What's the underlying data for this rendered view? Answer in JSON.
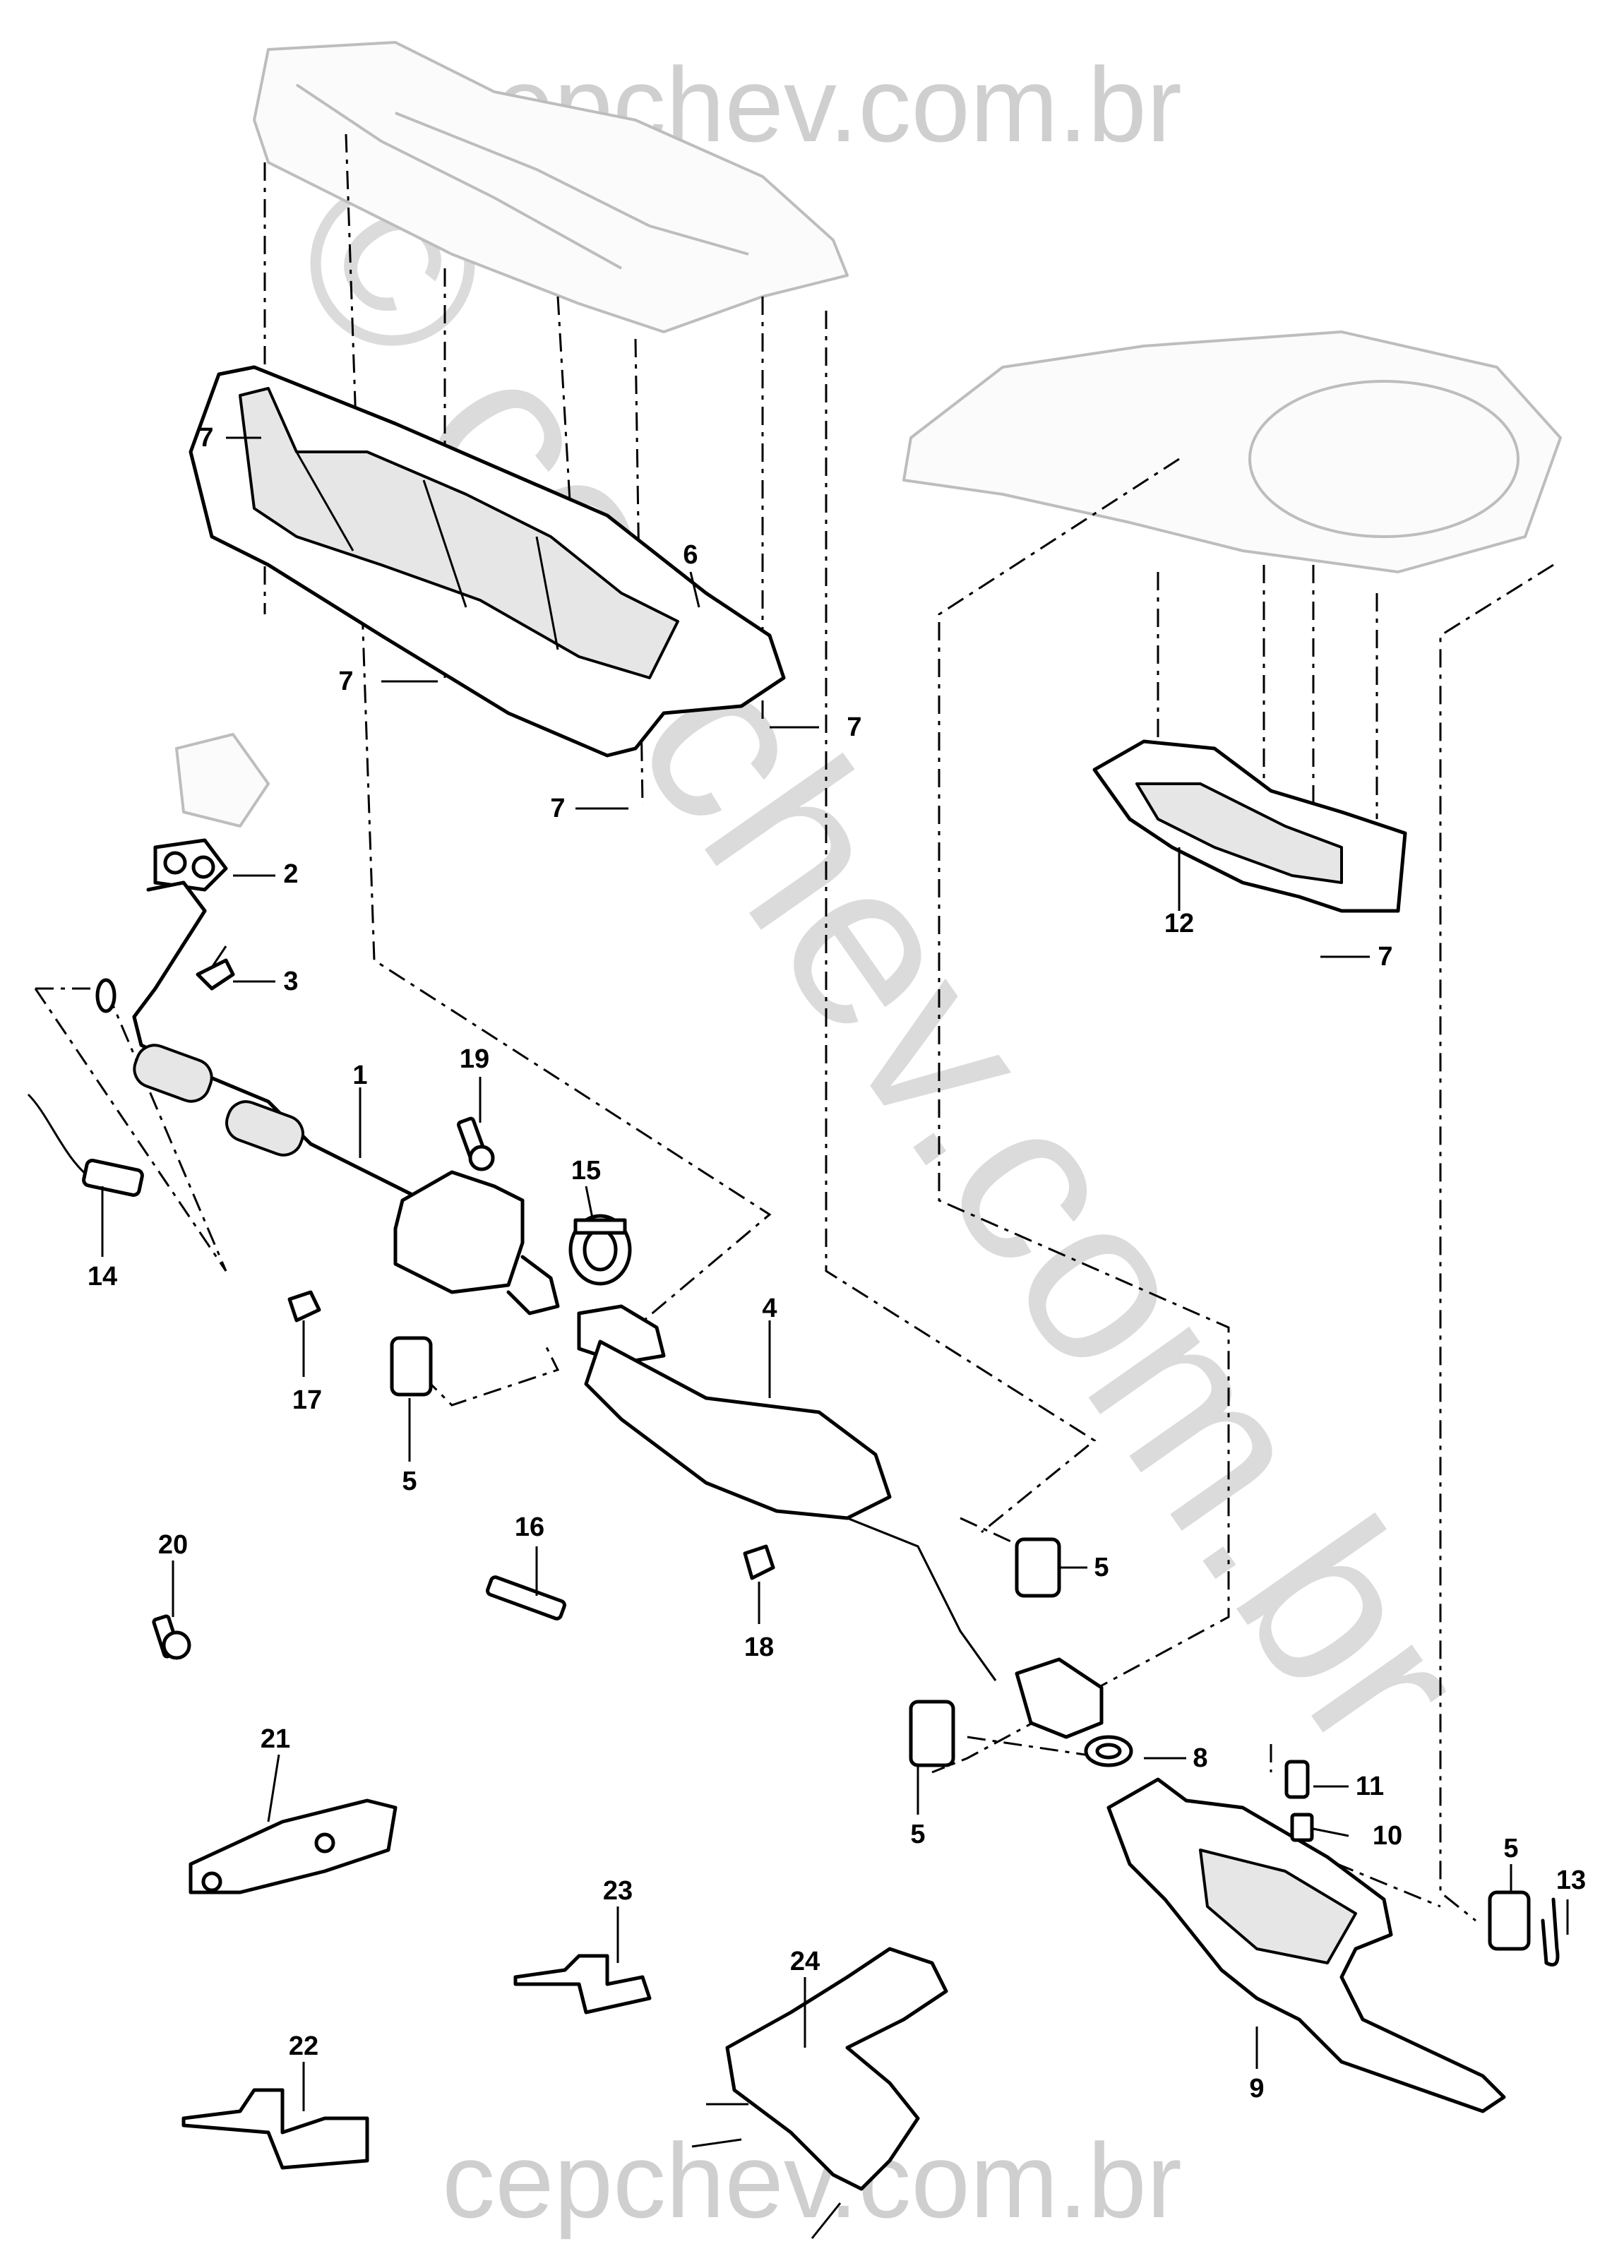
{
  "watermark": {
    "top": "cepchev.com.br",
    "bottom": "cepchev.com.br",
    "diagonal": "© cepchev.com.br"
  },
  "callouts": [
    {
      "id": "c1",
      "text": "1"
    },
    {
      "id": "c2",
      "text": "2"
    },
    {
      "id": "c3",
      "text": "3"
    },
    {
      "id": "c4",
      "text": "4"
    },
    {
      "id": "c5a",
      "text": "5"
    },
    {
      "id": "c5b",
      "text": "5"
    },
    {
      "id": "c5c",
      "text": "5"
    },
    {
      "id": "c5d",
      "text": "5"
    },
    {
      "id": "c6",
      "text": "6"
    },
    {
      "id": "c7a",
      "text": "7"
    },
    {
      "id": "c7b",
      "text": "7"
    },
    {
      "id": "c7c",
      "text": "7"
    },
    {
      "id": "c7d",
      "text": "7"
    },
    {
      "id": "c7e",
      "text": "7"
    },
    {
      "id": "c8",
      "text": "8"
    },
    {
      "id": "c9",
      "text": "9"
    },
    {
      "id": "c10",
      "text": "10"
    },
    {
      "id": "c11",
      "text": "11"
    },
    {
      "id": "c12",
      "text": "12"
    },
    {
      "id": "c13",
      "text": "13"
    },
    {
      "id": "c14",
      "text": "14"
    },
    {
      "id": "c15",
      "text": "15"
    },
    {
      "id": "c16",
      "text": "16"
    },
    {
      "id": "c17",
      "text": "17"
    },
    {
      "id": "c18",
      "text": "18"
    },
    {
      "id": "c19",
      "text": "19"
    },
    {
      "id": "c20",
      "text": "20"
    },
    {
      "id": "c21",
      "text": "21"
    },
    {
      "id": "c22",
      "text": "22"
    },
    {
      "id": "c23",
      "text": "23"
    },
    {
      "id": "c24",
      "text": "24"
    }
  ]
}
